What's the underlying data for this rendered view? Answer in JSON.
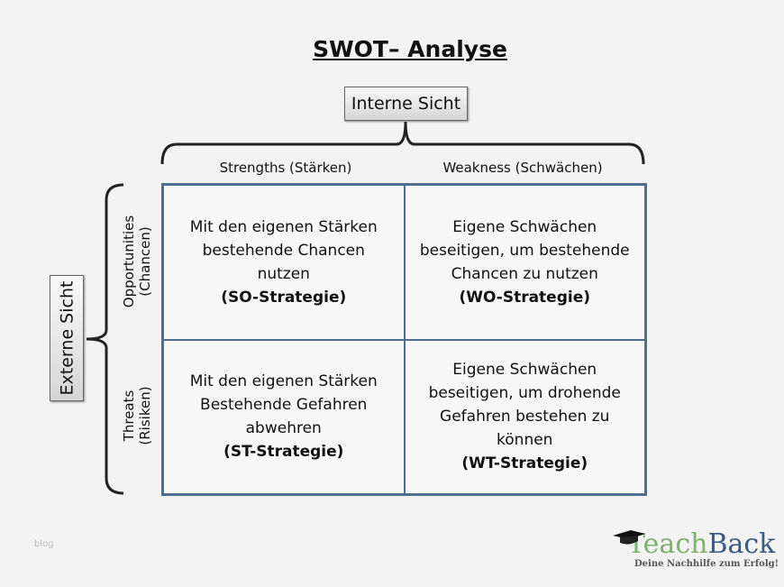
{
  "title": "SWOT– Analyse",
  "interne": "Interne Sicht",
  "externe": "Externe Sicht",
  "columns": [
    "Strengths (Stärken)",
    "Weakness (Schwächen)"
  ],
  "rows": [
    {
      "l1": "Opportunities",
      "l2": "(Chancen)"
    },
    {
      "l1": "Threats",
      "l2": "(Risiken)"
    }
  ],
  "cells": [
    {
      "lines": [
        "Mit den eigenen Stärken",
        "bestehende Chancen",
        "nutzen"
      ],
      "strategy": "(SO-Strategie)"
    },
    {
      "lines": [
        "Eigene Schwächen",
        "beseitigen, um bestehende",
        "Chancen zu nutzen"
      ],
      "strategy": "(WO-Strategie)"
    },
    {
      "lines": [
        "Mit den eigenen Stärken",
        "Bestehende Gefahren",
        "abwehren"
      ],
      "strategy": "(ST-Strategie)"
    },
    {
      "lines": [
        "Eigene Schwächen",
        "beseitigen, um drohende",
        "Gefahren bestehen zu",
        "können"
      ],
      "strategy": "(WT-Strategie)"
    }
  ],
  "watermark": "blog",
  "logo": {
    "part1": "Teach",
    "part2": "Back",
    "tagline": "Deine Nachhilfe zum Erfolg!"
  }
}
